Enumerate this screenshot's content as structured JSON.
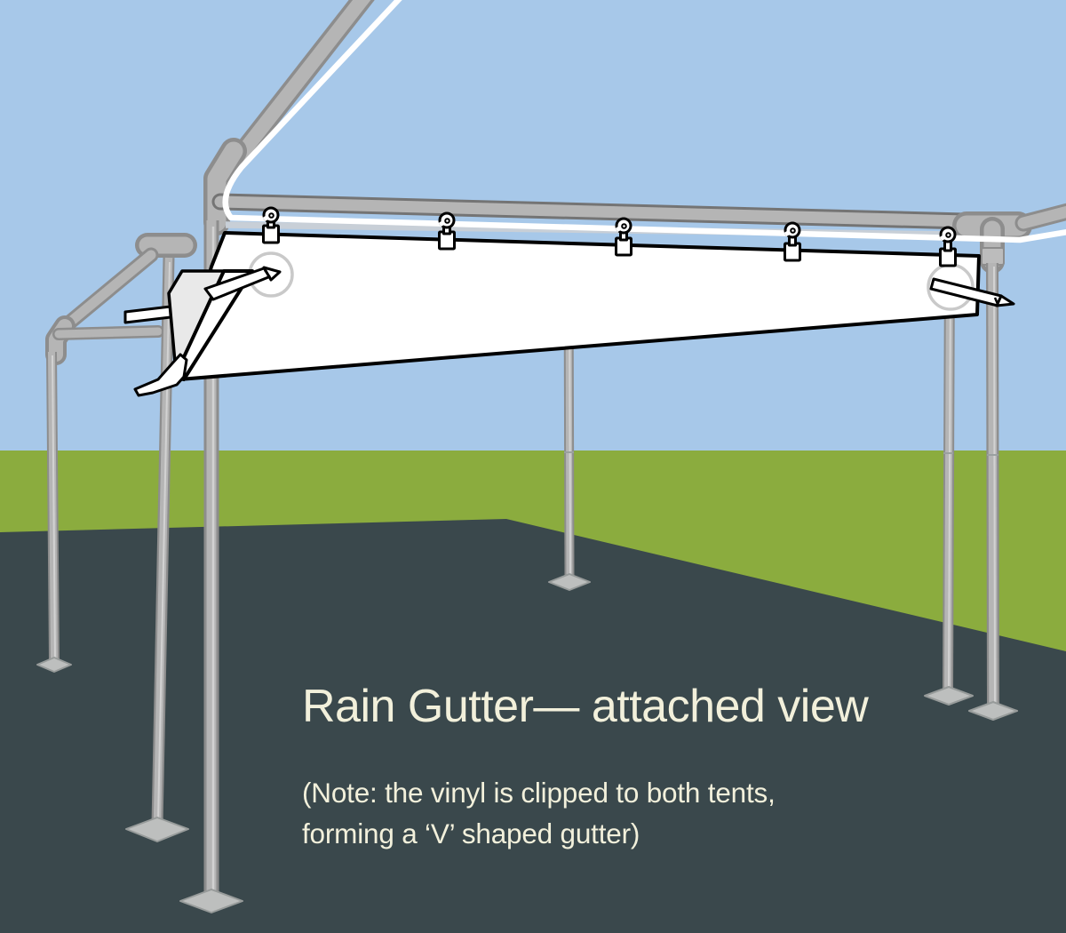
{
  "caption": {
    "title": "Rain Gutter— attached view",
    "note_line1": "(Note: the vinyl is clipped to both tents,",
    "note_line2": "forming a ‘V’ shaped gutter)"
  },
  "illustration": {
    "clip_count": 5,
    "grommet_count": 2
  },
  "palette": {
    "sky": "#a7c8e9",
    "grass": "#8bac3e",
    "ground": "#3a484c",
    "frame-light": "#b5b5b5",
    "frame-dark": "#8d8d8d",
    "beam-outline": "#747474",
    "pole-highlight": "#d2d2d2",
    "rail": "#c8cfd7",
    "rope": "#ffffff",
    "vinyl": "#ffffff",
    "vinyl-shade": "#e9e9e9",
    "outline": "#000000",
    "grommet": "#c9c9c9",
    "foot": "#bdbfbe",
    "text": "#f2f0db"
  }
}
